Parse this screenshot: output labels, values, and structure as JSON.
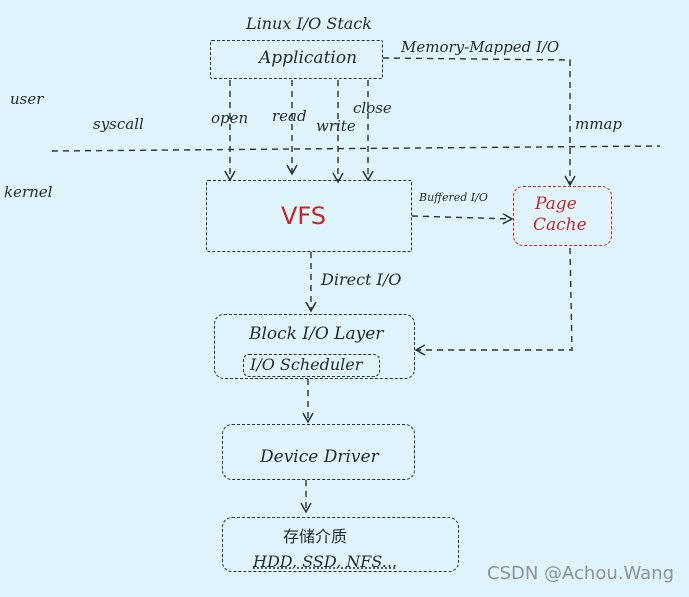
{
  "title": "Linux I/O Stack",
  "regions": {
    "user": "user",
    "syscall": "syscall",
    "kernel": "kernel"
  },
  "boxes": {
    "application": "Application",
    "vfs": "VFS",
    "page_cache_line1": "Page",
    "page_cache_line2": "Cache",
    "block_layer": "Block I/O Layer",
    "io_scheduler": "I/O Scheduler",
    "device_driver": "Device Driver",
    "storage_title": "存储介质",
    "storage_examples": "HDD, SSD, NFS..."
  },
  "syscalls": [
    "open",
    "read",
    "write",
    "close"
  ],
  "edge_labels": {
    "memory_mapped": "Memory-Mapped I/O",
    "mmap": "mmap",
    "buffered": "Buffered I/O",
    "direct": "Direct I/O"
  },
  "watermark": "CSDN @Achou.Wang",
  "colors": {
    "ink": "#1f2a30",
    "accent": "#c62828",
    "background": "#e0f5fb"
  }
}
